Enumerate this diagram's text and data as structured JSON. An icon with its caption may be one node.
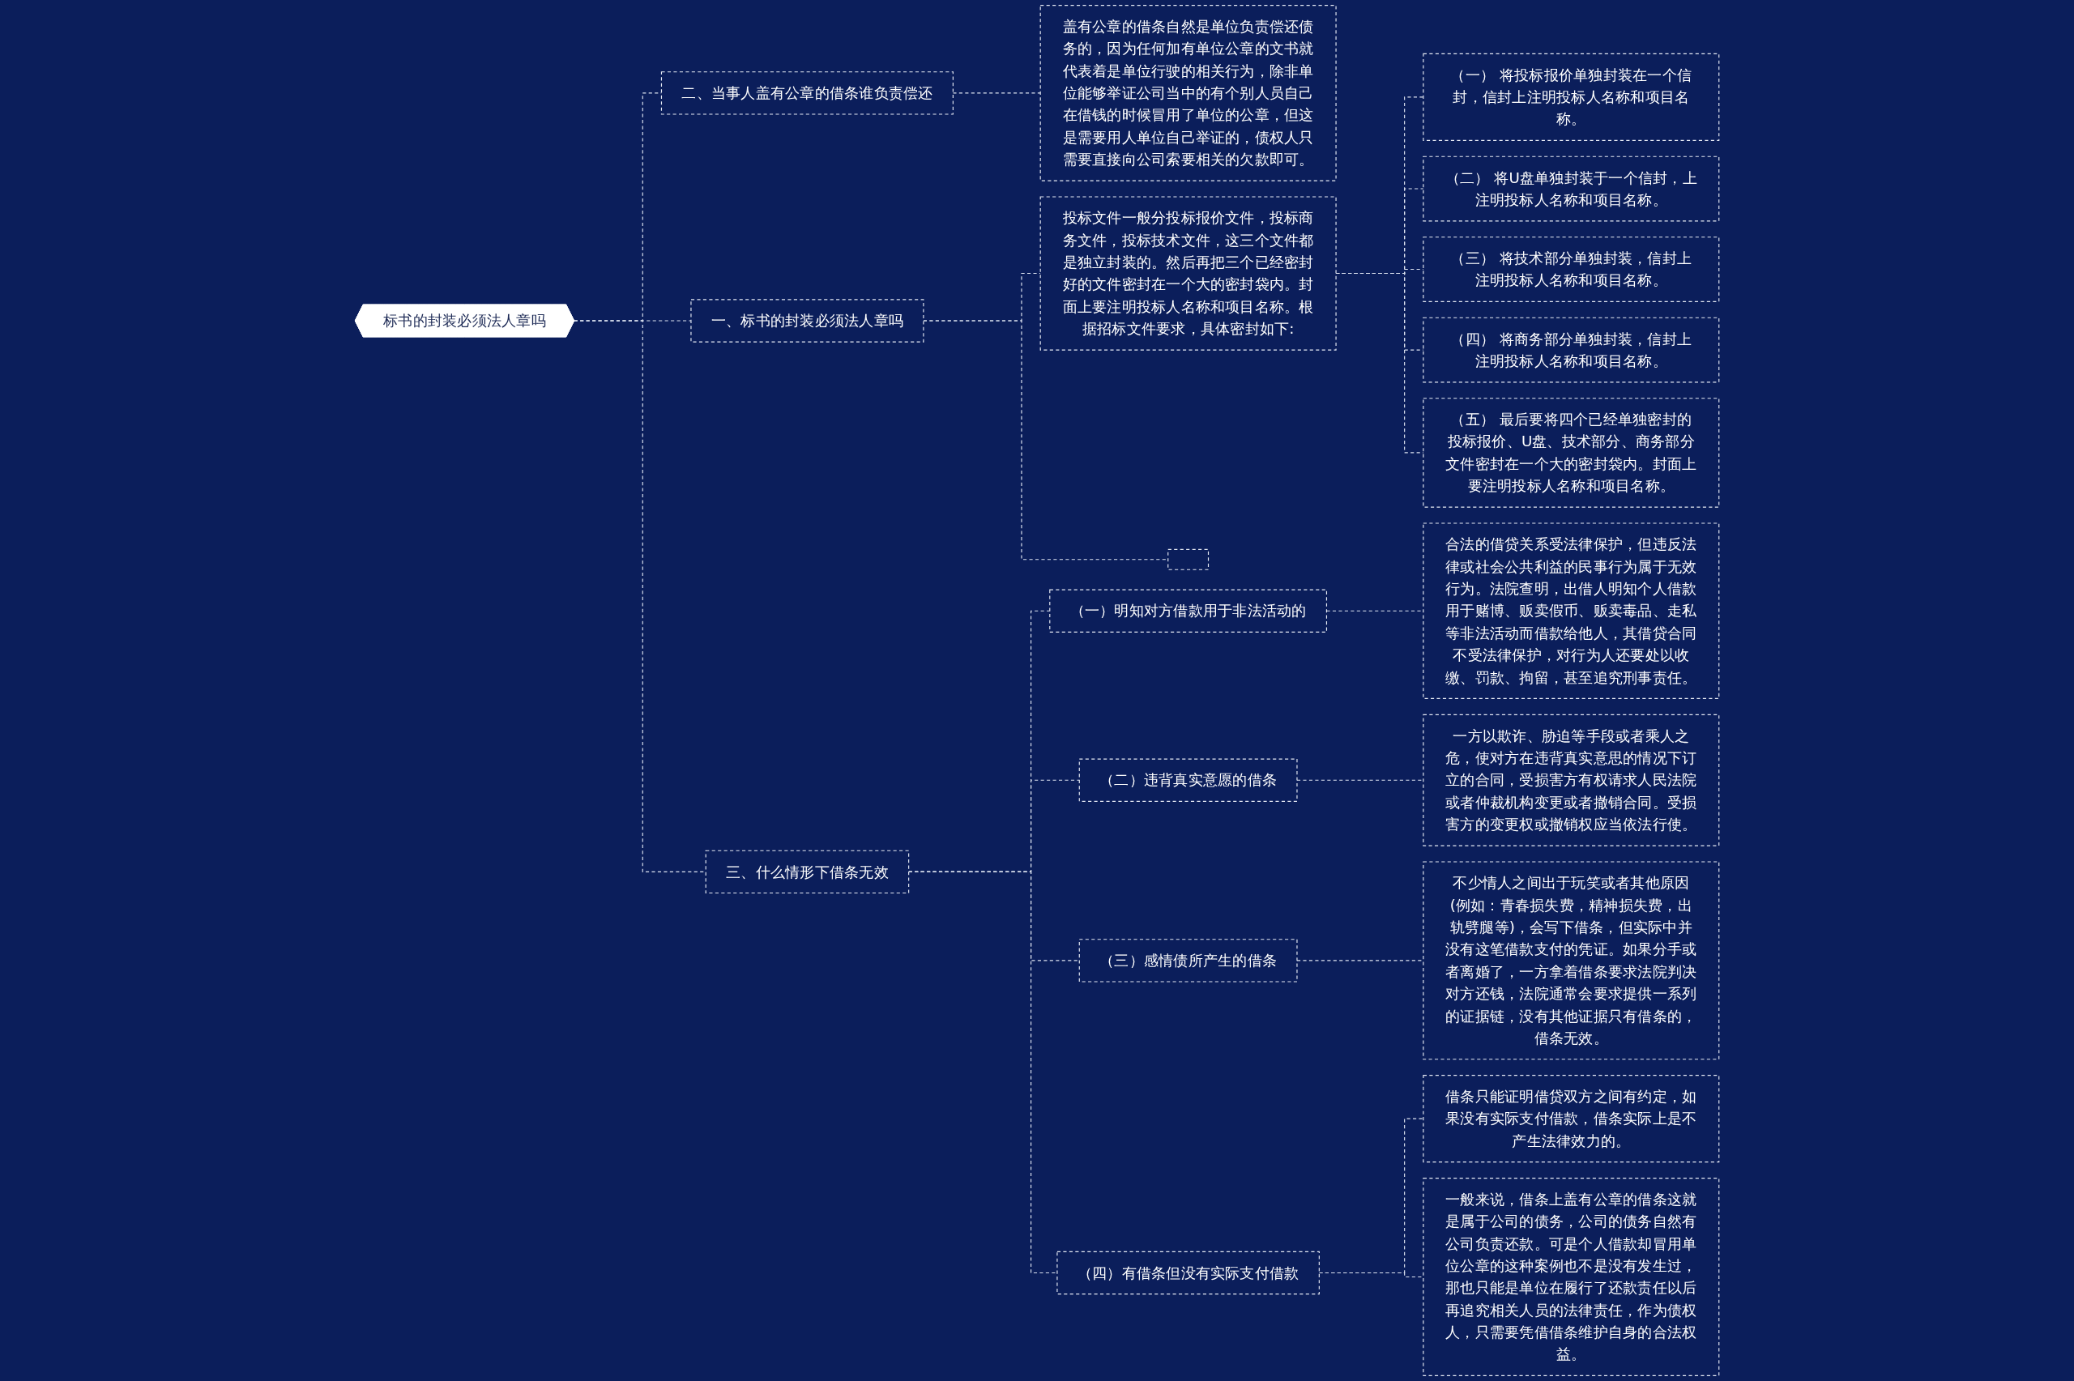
{
  "diagram": {
    "nodes": [
      {
        "text": [
          "标书的封装必须法人章吗"
        ]
      },
      {
        "text": [
          "一、标书的封装必须法人章吗"
        ]
      },
      {
        "text": [
          "投标文件一般分投标报价文件，投标商务文件，投标技术文件，这三个文件都是独立封装的。然后再把三个已经密封好的文件密封在一个大的密封袋内。封面上要注明投标人名称和项目名称。根据招标文件要求，具体密封如下:"
        ]
      },
      {
        "text": [
          "（一） 将投标报价单独封装在一个信封，信封上注明投标人名称和项目名称。"
        ]
      },
      {
        "text": [
          "（二） 将U盘单独封装于一个信封，上注明投标人名称和项目名称。"
        ]
      },
      {
        "text": [
          "（三） 将技术部分单独封装，信封上注明投标人名称和项目名称。"
        ]
      },
      {
        "text": [
          "（四） 将商务部分单独封装，信封上注明投标人名称和项目名称。"
        ]
      },
      {
        "text": [
          "（五） 最后要将四个已经单独密封的投标报价、U盘、技术部分、商务部分文件密封在一个大的密封袋内。封面上要注明投标人名称和项目名称。"
        ]
      },
      {
        "text": [],
        "shape": "box"
      },
      {
        "text": [
          "二、当事人盖有公章的借条谁负责偿还"
        ]
      },
      {
        "text": [
          "盖有公章的借条自然是单位负责偿还债务的，因为任何加有单位公章的文书就代表着是单位行驶的相关行为，除非单位能够举证公司当中的有个别人员自己在借钱的时候冒用了单位的公章，但这是需要用人单位自己举证的，债权人只需要直接向公司索要相关的欠款即可。"
        ]
      },
      {
        "text": [
          "三、什么情形下借条无效"
        ]
      },
      {
        "text": [
          "（一）明知对方借款用于非法活动的"
        ]
      },
      {
        "text": [
          "合法的借贷关系受法律保护，但违反法律或社会公共利益的民事行为属于无效行为。法院查明，出借人明知个人借款用于赌博、贩卖假币、贩卖毒品、走私等非法活动而借款给他人，其借贷合同不受法律保护，对行为人还要处以收缴、罚款、拘留，甚至追究刑事责任。"
        ]
      },
      {
        "text": [
          "（二）违背真实意愿的借条"
        ]
      },
      {
        "text": [
          "一方以欺诈、胁迫等手段或者乘人之危，使对方在违背真实意思的情况下订立的合同，受损害方有权请求人民法院或者仲裁机构变更或者撤销合同。受损害方的变更权或撤销权应当依法行使。"
        ]
      },
      {
        "text": [
          "（三）感情债所产生的借条"
        ]
      },
      {
        "text": [
          "不少情人之间出于玩笑或者其他原因(例如：青春损失费，精神损失费，出轨劈腿等)，会写下借条，但实际中并没有这笔借款支付的凭证。如果分手或者离婚了，一方拿着借条要求法院判决对方还钱，法院通常会要求提供一系列的证据链，没有其他证据只有借条的，借条无效。"
        ]
      },
      {
        "text": [
          "（四）有借条但没有实际支付借款"
        ]
      },
      {
        "text": [
          "借条只能证明借贷双方之间有约定，如果没有实际支付借款，借条实际上是不产生法律效力的。"
        ]
      },
      {
        "text": [
          "一般来说，借条上盖有公章的借条这就是属于公司的债务，公司的债务自然有公司负责还款。可是个人借款却冒用单位公章的这种案例也不是没有发生过，那也只能是单位在履行了还款责任以后再追究相关人员的法律责任，作为债权人，只需要凭借借条维护自身的合法权益。"
        ]
      }
    ],
    "edges": [
      {
        "from": 0,
        "to": 1,
        "arrow": "none",
        "style": "dashed"
      },
      {
        "from": 1,
        "to": 2,
        "arrow": "none",
        "style": "dashed"
      },
      {
        "from": 2,
        "to": 3,
        "arrow": "none",
        "style": "dashed"
      },
      {
        "from": 2,
        "to": 4,
        "arrow": "none",
        "style": "dashed"
      },
      {
        "from": 2,
        "to": 5,
        "arrow": "none",
        "style": "dashed"
      },
      {
        "from": 2,
        "to": 6,
        "arrow": "none",
        "style": "dashed"
      },
      {
        "from": 2,
        "to": 7,
        "arrow": "none",
        "style": "dashed"
      },
      {
        "from": 1,
        "to": 8,
        "arrow": "none",
        "style": "dashed"
      },
      {
        "from": 0,
        "to": 9,
        "arrow": "none",
        "style": "dashed"
      },
      {
        "from": 9,
        "to": 10,
        "arrow": "none",
        "style": "dashed"
      },
      {
        "from": 0,
        "to": 11,
        "arrow": "none",
        "style": "dashed"
      },
      {
        "from": 11,
        "to": 12,
        "arrow": "none",
        "style": "dashed"
      },
      {
        "from": 12,
        "to": 13,
        "arrow": "none",
        "style": "dashed"
      },
      {
        "from": 11,
        "to": 14,
        "arrow": "none",
        "style": "dashed"
      },
      {
        "from": 14,
        "to": 15,
        "arrow": "none",
        "style": "dashed"
      },
      {
        "from": 11,
        "to": 16,
        "arrow": "none",
        "style": "dashed"
      },
      {
        "from": 16,
        "to": 17,
        "arrow": "none",
        "style": "dashed"
      },
      {
        "from": 11,
        "to": 18,
        "arrow": "none",
        "style": "dashed"
      },
      {
        "from": 18,
        "to": 19,
        "arrow": "none",
        "style": "dashed"
      },
      {
        "from": 18,
        "to": 20,
        "arrow": "none",
        "style": "dashed"
      }
    ]
  }
}
